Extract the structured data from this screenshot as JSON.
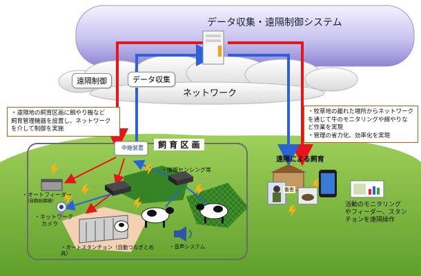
{
  "system": {
    "title": "データ収集・遠隔制御システム"
  },
  "network": {
    "label": "ネットワーク"
  },
  "links": {
    "remote_control": "遠隔制御",
    "data_collection": "データ収集"
  },
  "notes": {
    "left": [
      "・遠隔地の飼育区画に餌やり機など",
      "飼育管理機器を設置し、ネットワーク",
      "を介して制御を実施"
    ],
    "right": [
      "・牧草地の離れた場所からネットワーク",
      "を通じて牛のモニタリングや餌やりな",
      "ど作業を実現",
      "・管理の省力化、効率化を実現"
    ]
  },
  "farm": {
    "area_title": "飼 育 区 画",
    "relay": "中継装置",
    "sensing": "・情報センシング等",
    "auto_feeder": [
      "・オートフィーダー",
      "(自動給餌機)"
    ],
    "network_camera": [
      "・ネットワーク",
      "カメラ"
    ],
    "auto_stanchion": [
      "・オートスタンチョン（自動つなぎとめ",
      "具）"
    ],
    "sound_system": "・音声システム"
  },
  "remote": {
    "title": "遠隔による飼育",
    "barn_sign": "畜舎",
    "caption": [
      "活動のモニタリング",
      "やフィーダー、スタン",
      "チョンを遠隔操作"
    ]
  },
  "colors": {
    "control_line": "#e8141b",
    "data_line": "#2b63d6",
    "grass": "#7ab63a",
    "accent": "#c55a11"
  }
}
